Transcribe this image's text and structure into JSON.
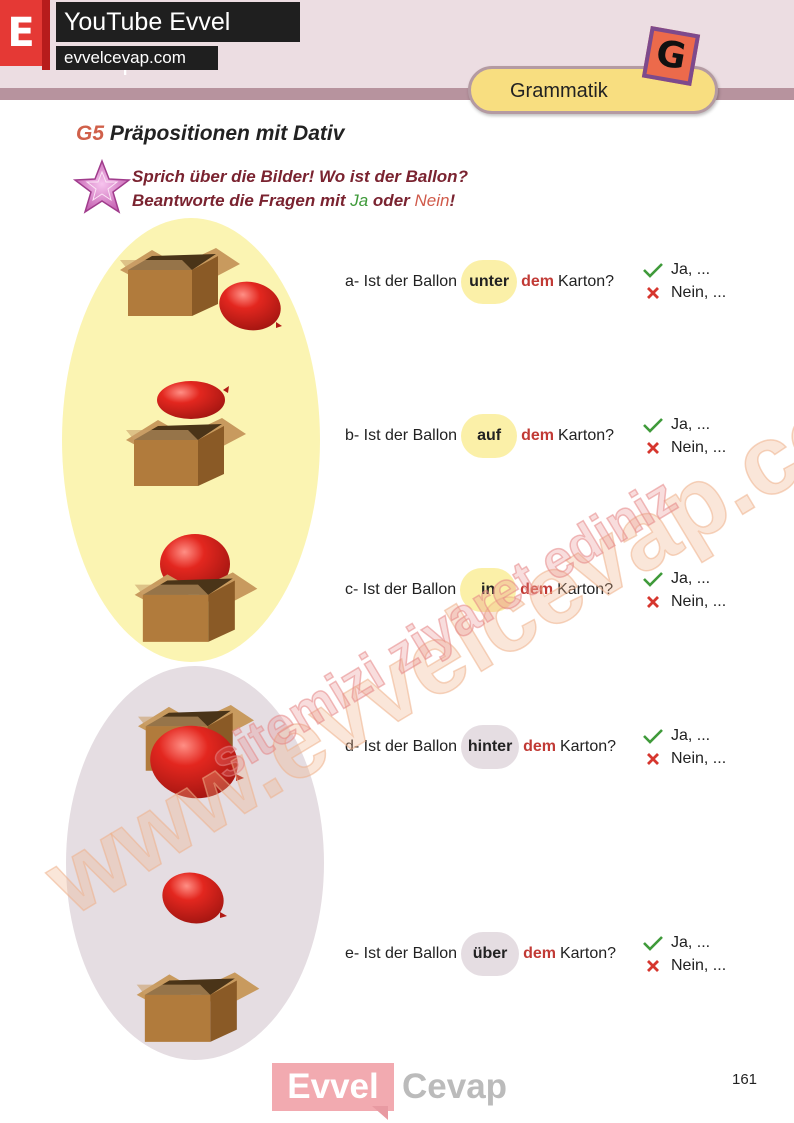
{
  "header": {
    "logo_letter": "E",
    "youtube_title": "YouTube Evvel Cevap",
    "site_url": "evvelcevap.com",
    "tab_label": "Grammatik",
    "tab_badge": "G"
  },
  "section": {
    "number": "G5",
    "title": "Präpositionen mit Dativ"
  },
  "instructions": {
    "line1": "Sprich über die Bilder! Wo ist der Ballon?",
    "line2_start": "Beantworte die Fragen mit",
    "ja_word": "Ja",
    "oder_word": "oder",
    "nein_word": "Nein",
    "line2_end": "!"
  },
  "questions": [
    {
      "prefix": "a- Ist der Ballon",
      "preposition": "unter",
      "article": "dem",
      "noun": "Karton?",
      "yes": "Ja, ...",
      "no": "Nein, ..."
    },
    {
      "prefix": "b- Ist der Ballon",
      "preposition": "auf",
      "article": "dem",
      "noun": "Karton?",
      "yes": "Ja, ...",
      "no": "Nein, ..."
    },
    {
      "prefix": "c- Ist der Ballon",
      "preposition": "in",
      "article": "dem",
      "noun": "Karton?",
      "yes": "Ja, ...",
      "no": "Nein, ..."
    },
    {
      "prefix": "d- Ist der Ballon",
      "preposition": "hinter",
      "article": "dem",
      "noun": "Karton?",
      "yes": "Ja, ...",
      "no": "Nein, ..."
    },
    {
      "prefix": "e- Ist der Ballon",
      "preposition": "über",
      "article": "dem",
      "noun": "Karton?",
      "yes": "Ja, ...",
      "no": "Nein, ..."
    }
  ],
  "footer": {
    "logo_word1": "Evvel",
    "logo_word2": "Cevap",
    "page_number": "161"
  },
  "watermarks": {
    "main": "www.evvelcevap.com",
    "secondary": "sitemizi ziyaret ediniz"
  },
  "colors": {
    "accent_red": "#e53935",
    "header_pink": "#ecdde2",
    "header_stripe": "#b7939e",
    "tab_yellow": "#f8de80",
    "oval_yellow": "#fbf4b2",
    "oval_grey": "#e5dde2",
    "article_red": "#c13a35",
    "check_green": "#3f9a3a",
    "cross_red": "#d6362e"
  },
  "icons": [
    "star-icon",
    "checkmark-icon",
    "cross-icon",
    "box-icon",
    "balloon-icon"
  ]
}
